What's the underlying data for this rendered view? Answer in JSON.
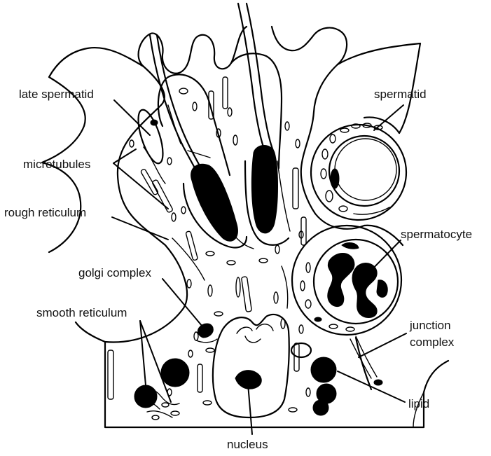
{
  "diagram": {
    "labels": {
      "late_spermatid": "late spermatid",
      "microtubules": "microtubules",
      "rough_reticulum": "rough reticulum",
      "golgi_complex": "golgi complex",
      "smooth_reticulum": "smooth reticulum",
      "spermatid": "spermatid",
      "spermatocyte": "spermatocyte",
      "junction_complex_line1": "junction",
      "junction_complex_line2": "complex",
      "lipid": "lipid",
      "nucleus": "nucleus"
    },
    "colors": {
      "ink": "#000000",
      "background": "#ffffff"
    }
  }
}
